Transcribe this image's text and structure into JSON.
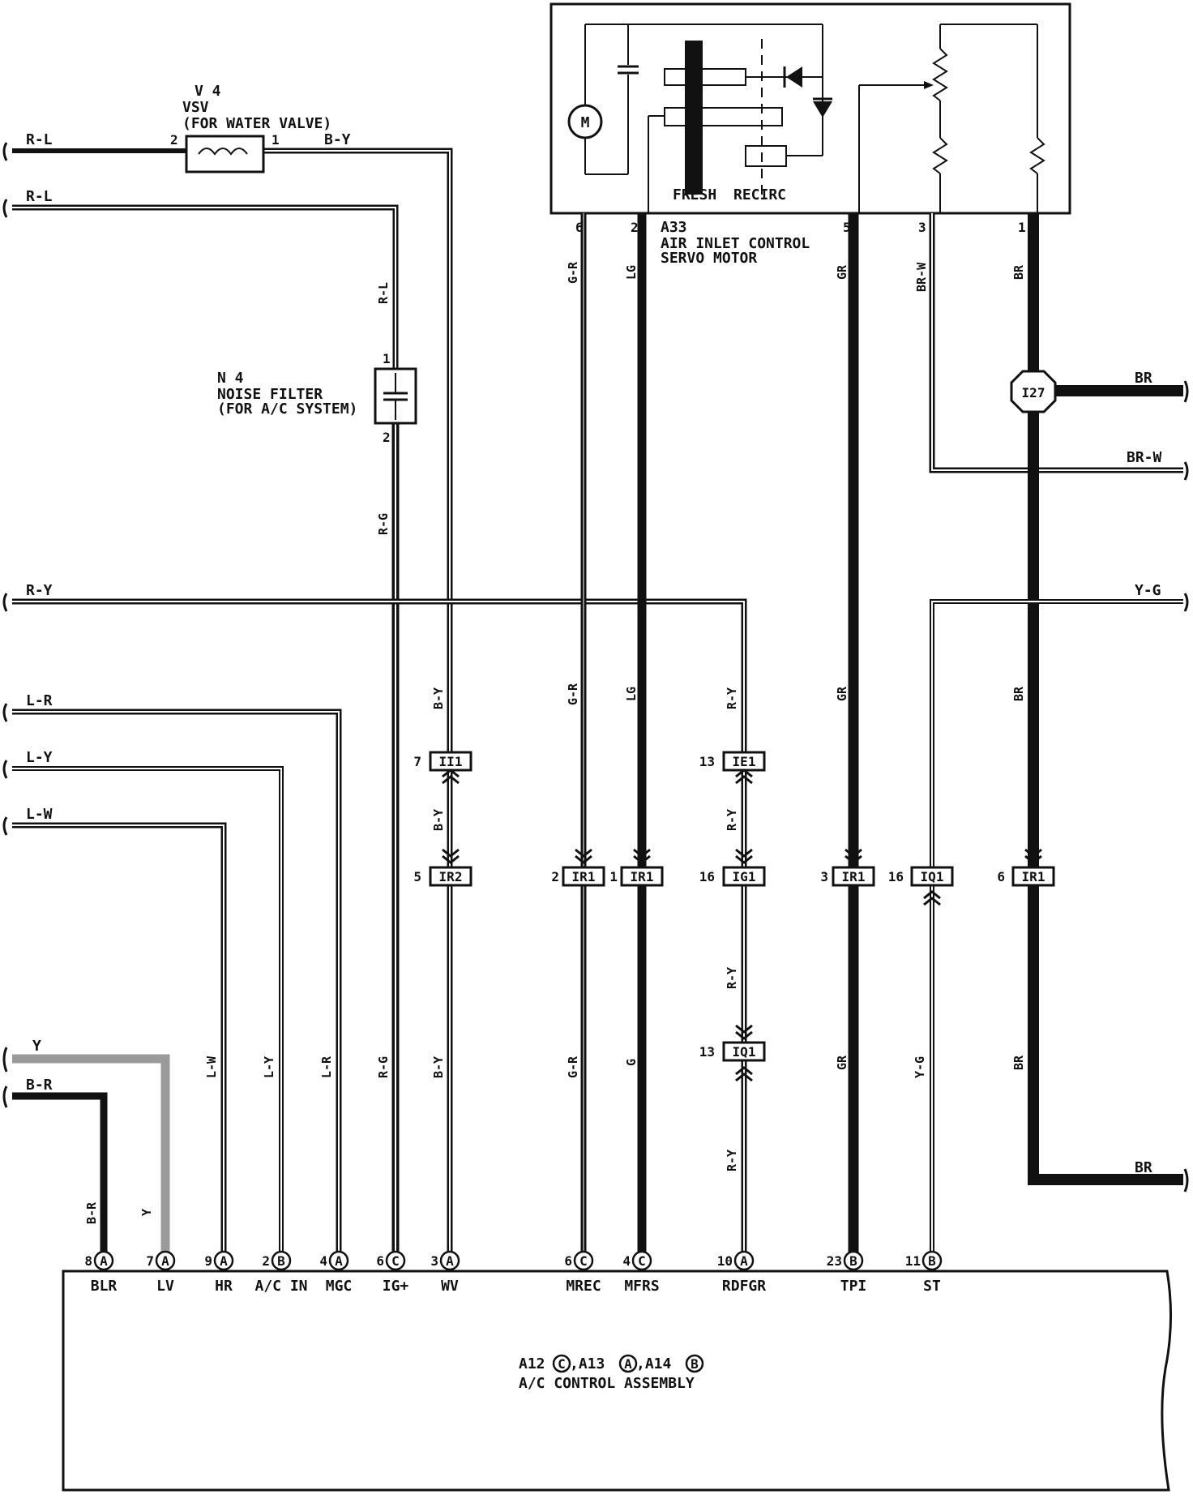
{
  "vsv": {
    "ref": "V 4",
    "name": "VSV",
    "desc": "(FOR WATER VALVE)",
    "pin_a": "2",
    "pin_b": "1"
  },
  "noise_filter": {
    "ref": "N 4",
    "name": "NOISE FILTER",
    "desc": "(FOR A/C SYSTEM)",
    "pin_top": "1",
    "pin_bottom": "2"
  },
  "servo": {
    "ref": "A33",
    "name1": "AIR INLET CONTROL",
    "name2": "SERVO MOTOR",
    "fresh": "FRESH",
    "recirc": "RECIRC",
    "motor": "M",
    "pins": {
      "p6": "6",
      "p2": "2",
      "p5": "5",
      "p3": "3",
      "p1": "1"
    }
  },
  "left_wires": {
    "rl1": "R-L",
    "rl2": "R-L",
    "ry": "R-Y",
    "lr": "L-R",
    "ly": "L-Y",
    "lw": "L-W",
    "y": "Y",
    "br": "B-R"
  },
  "right_wires": {
    "br_top": "BR",
    "brw": "BR-W",
    "yg": "Y-G",
    "br_bottom": "BR"
  },
  "junction": {
    "i27": "I27"
  },
  "vertical_labels": {
    "by_top": "B-Y",
    "rl_vert": "R-L",
    "rg_mid": "R-G",
    "gr_top": "G-R",
    "lg_top": "LG",
    "gr5_top": "GR",
    "brw_top": "BR-W",
    "br1_top": "BR",
    "by_mid": "B-Y",
    "gr_mid": "G-R",
    "lg_mid": "LG",
    "ry_mid": "R-Y",
    "gr5_mid": "GR",
    "br_mid": "BR",
    "by_low": "B-Y",
    "ry_low": "R-Y",
    "br_lower": "B-R",
    "y_lower": "Y",
    "lw_lower": "L-W",
    "ly_lower": "L-Y",
    "lr_lower": "L-R",
    "rg_lower": "R-G",
    "by_lower": "B-Y",
    "gr_lower": "G-R",
    "g_lower": "G",
    "ry_lower": "R-Y",
    "gr5_lower": "GR",
    "yg_lower": "Y-G",
    "br_lower2": "BR",
    "rl_top": "B-Y"
  },
  "connectors": {
    "ii1": {
      "pin": "7",
      "id": "II1"
    },
    "ir2": {
      "pin": "5",
      "id": "IR2"
    },
    "ie1": {
      "pin": "13",
      "id": "IE1"
    },
    "ir1_a": {
      "pin": "2",
      "id": "IR1"
    },
    "ir1_b": {
      "pin": "1",
      "id": "IR1"
    },
    "ig1": {
      "pin": "16",
      "id": "IG1"
    },
    "ir1_c": {
      "pin": "3",
      "id": "IR1"
    },
    "iq1_a": {
      "pin": "16",
      "id": "IQ1"
    },
    "ir1_d": {
      "pin": "6",
      "id": "IR1"
    },
    "iq1_b": {
      "pin": "13",
      "id": "IQ1"
    }
  },
  "terminals": [
    {
      "pin": "8",
      "conn": "A",
      "name": "BLR"
    },
    {
      "pin": "7",
      "conn": "A",
      "name": "LV"
    },
    {
      "pin": "9",
      "conn": "A",
      "name": "HR"
    },
    {
      "pin": "2",
      "conn": "B",
      "name": "A/C IN"
    },
    {
      "pin": "4",
      "conn": "A",
      "name": "MGC"
    },
    {
      "pin": "6",
      "conn": "C",
      "name": "IG+"
    },
    {
      "pin": "3",
      "conn": "A",
      "name": "WV"
    },
    {
      "pin": "6",
      "conn": "C",
      "name": "MREC"
    },
    {
      "pin": "4",
      "conn": "C",
      "name": "MFRS"
    },
    {
      "pin": "10",
      "conn": "A",
      "name": "RDFGR"
    },
    {
      "pin": "23",
      "conn": "B",
      "name": "TPI"
    },
    {
      "pin": "11",
      "conn": "B",
      "name": "ST"
    }
  ],
  "ac_control": {
    "c1": "A12",
    "k1": "C",
    "c2": ",A13",
    "k2": "A",
    "c3": ",A14",
    "k3": "B",
    "name": "A/C CONTROL ASSEMBLY"
  }
}
